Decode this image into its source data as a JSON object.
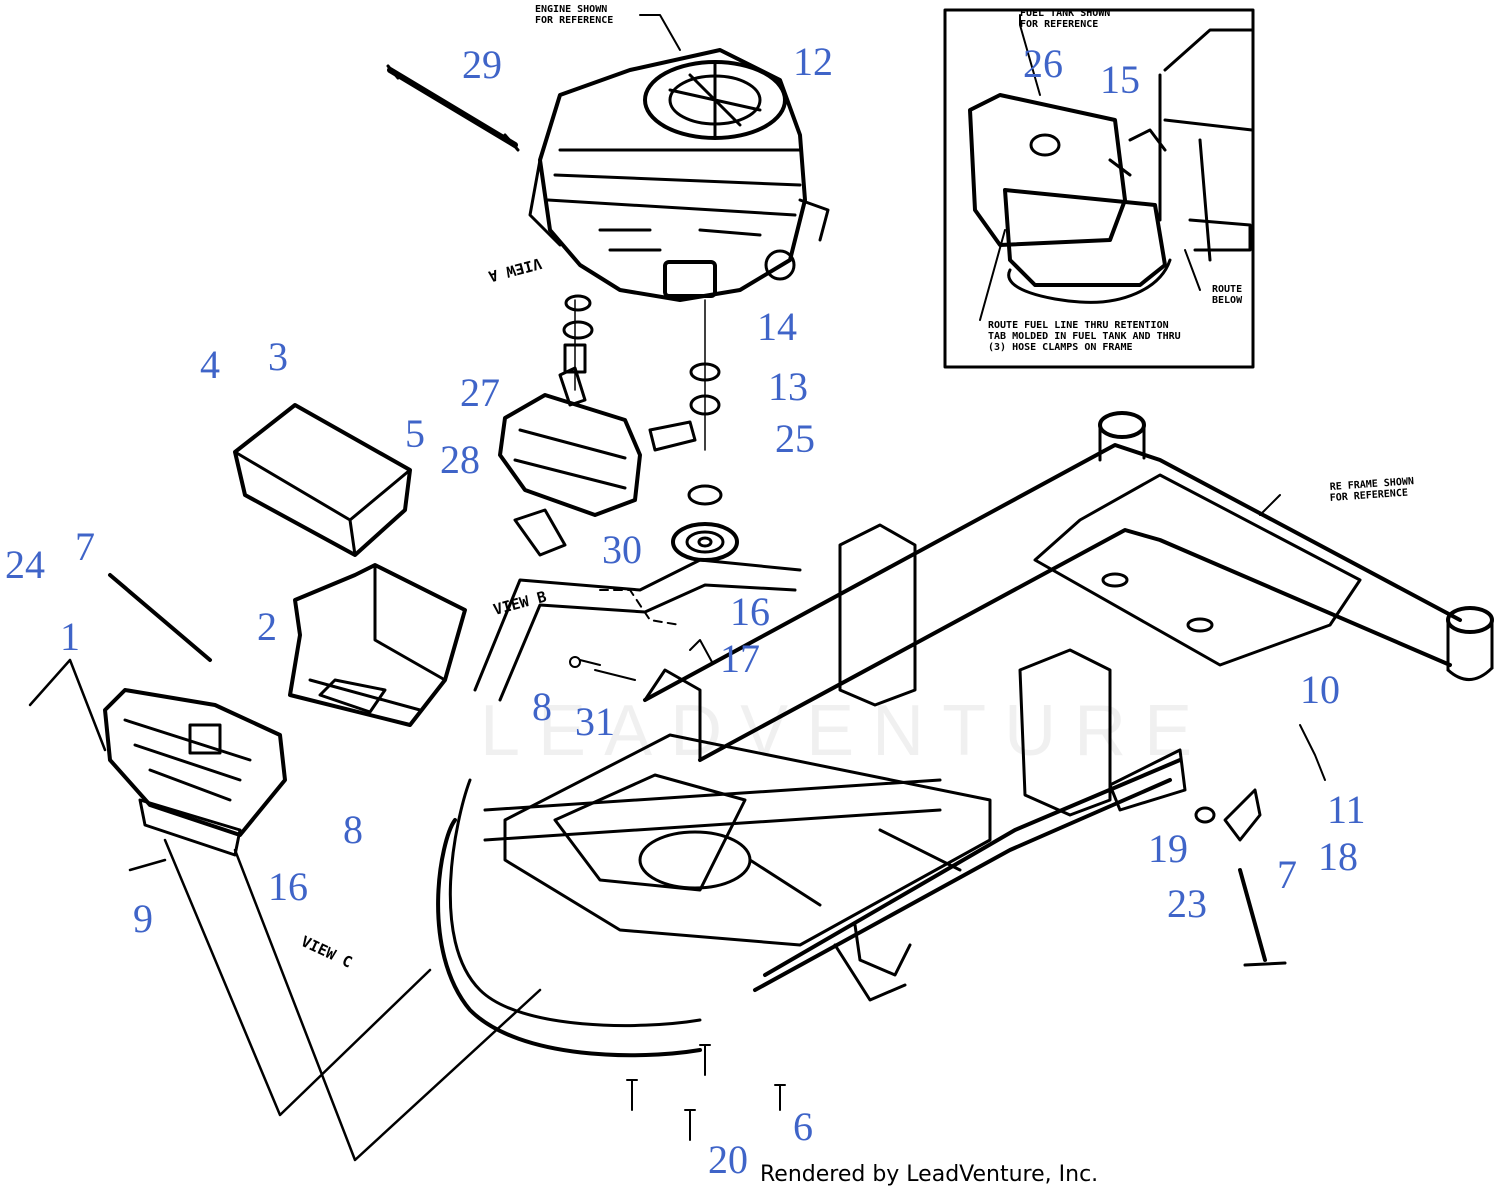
{
  "callouts": [
    "29",
    "12",
    "26",
    "15",
    "14",
    "13",
    "25",
    "27",
    "28",
    "5",
    "4",
    "3",
    "30",
    "16",
    "17",
    "24",
    "7",
    "1",
    "2",
    "8",
    "31",
    "10",
    "11",
    "18",
    "19",
    "23",
    "7",
    "9",
    "16",
    "8",
    "6",
    "20"
  ],
  "notes": {
    "engine": [
      "ENGINE SHOWN",
      "FOR REFERENCE"
    ],
    "fuel_tank": [
      "FUEL TANK SHOWN",
      "FOR REFERENCE"
    ],
    "frame": [
      "RE FRAME SHOWN",
      "FOR REFERENCE"
    ],
    "route_fuel": [
      "ROUTE FUEL LINE THRU RETENTION",
      "TAB MOLDED IN FUEL TANK AND THRU",
      "(3) HOSE CLAMPS ON FRAME"
    ],
    "route_below": [
      "ROUTE",
      "BELOW"
    ]
  },
  "views": [
    "VIEW A",
    "VIEW B",
    "VIEW C"
  ],
  "watermark": "LEADVENTURE",
  "footer": "Rendered by LeadVenture, Inc."
}
